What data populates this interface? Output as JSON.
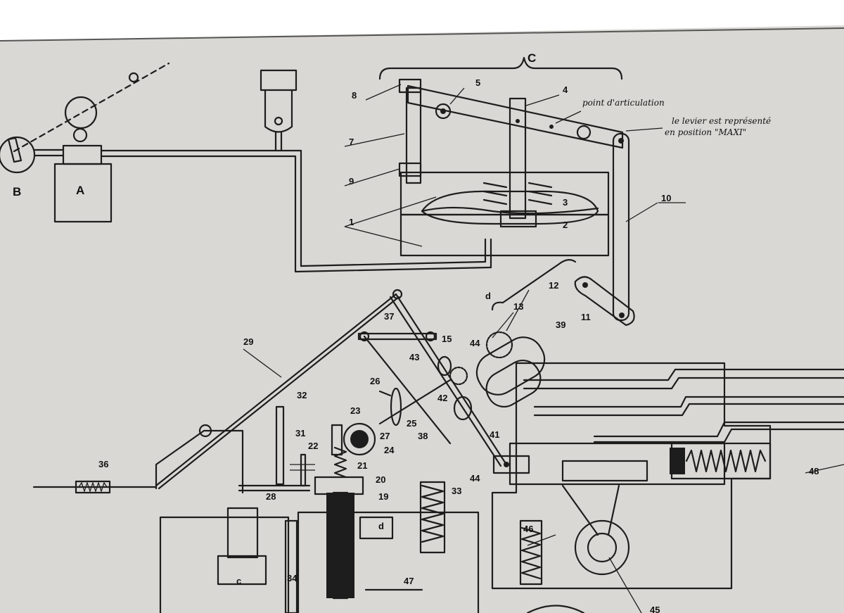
{
  "labels": {
    "A": "A",
    "B": "B",
    "C": "C",
    "c": "c",
    "d": "d",
    "d2": "d",
    "n1": "1",
    "n2": "2",
    "n3": "3",
    "n4": "4",
    "n5": "5",
    "n7": "7",
    "n8": "8",
    "n9": "9",
    "n10": "10",
    "n11": "11",
    "n12": "12",
    "n13": "13",
    "n15": "15",
    "n19": "19",
    "n20": "20",
    "n21": "21",
    "n22": "22",
    "n23": "23",
    "n24": "24",
    "n25": "25",
    "n26": "26",
    "n27": "27",
    "n28": "28",
    "n29": "29",
    "n31": "31",
    "n32": "32",
    "n33": "33",
    "n34": "34",
    "n36": "36",
    "n37": "37",
    "n38": "38",
    "n39": "39",
    "n41": "41",
    "n42": "42",
    "n43": "43",
    "n44a": "44",
    "n44b": "44",
    "n46": "46",
    "n47": "47",
    "n48": "48",
    "n45": "45"
  },
  "annotations": {
    "pivot": "point d'articulation",
    "lever_line1": "le levier est représenté",
    "lever_line2": "en position \"MAXI\""
  },
  "colors": {
    "paper": "#d9d8d4",
    "ink": "#1d1d1d",
    "border": "#ffffff"
  }
}
